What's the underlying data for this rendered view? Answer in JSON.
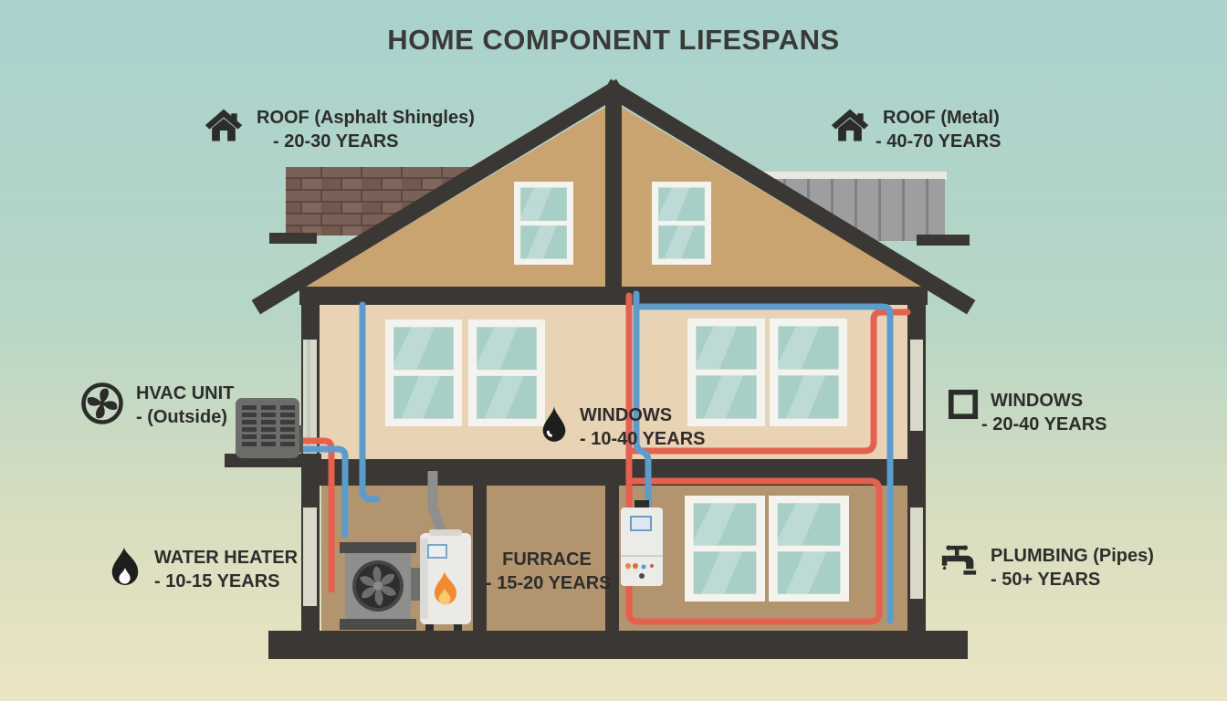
{
  "title": "HOME COMPONENT LIFESPANS",
  "labels": {
    "roof_asphalt": {
      "icon": "house-icon",
      "name": "ROOF (Asphalt Shingles)",
      "years": "- 20-30 YEARS"
    },
    "roof_metal": {
      "icon": "house-icon",
      "name": "ROOF (Metal)",
      "years": "- 40-70 YEARS"
    },
    "hvac": {
      "icon": "fan-icon",
      "name": "HVAC UNIT",
      "years": "- (Outside)"
    },
    "windows_center": {
      "icon": "water-drop-icon",
      "name": "WINDOWS",
      "years": "- 10-40 YEARS"
    },
    "windows_right": {
      "icon": "window-icon",
      "name": "WINDOWS",
      "years": "- 20-40 YEARS"
    },
    "water_heater": {
      "icon": "flame-icon",
      "name": "WATER HEATER",
      "years": "- 10-15 YEARS"
    },
    "furnace": {
      "icon": "none",
      "name": "FURRACE",
      "years": "- 15-20 YEARS"
    },
    "plumbing": {
      "icon": "faucet-icon",
      "name": "PLUMBING (Pipes)",
      "years": "- 50+ YEARS"
    }
  },
  "colors": {
    "background_top": "#a9d2ce",
    "background_bottom": "#ece5c2",
    "structure_dark": "#3a3734",
    "attic_wall": "#c9a471",
    "upper_wall": "#e8d3b5",
    "lower_wall": "#b2956f",
    "window_glass": "#a8cec8",
    "window_frame": "#f5f3ed",
    "shingle_brown": "#7a6157",
    "metal_gray": "#9c9ea0",
    "pipe_hot_red": "#e7604e",
    "pipe_cold_blue": "#5b9ccf",
    "text": "#2d2d2b"
  }
}
